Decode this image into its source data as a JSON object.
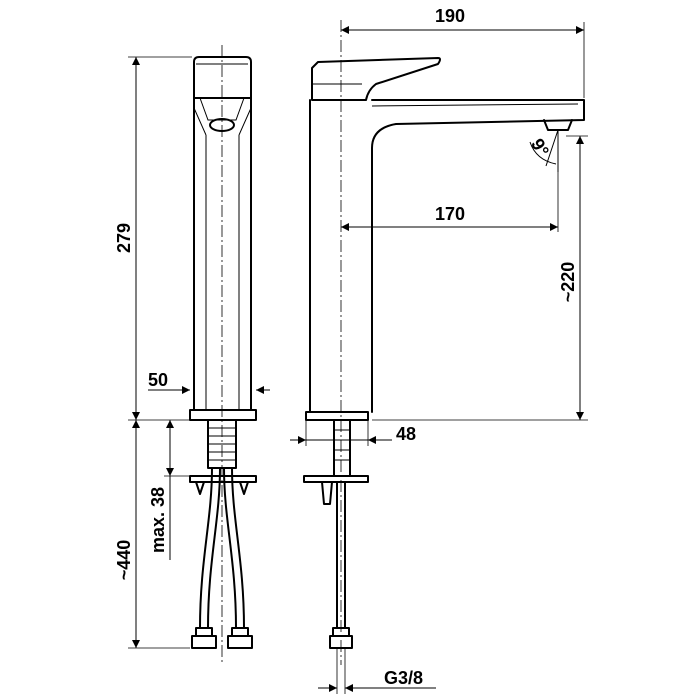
{
  "drawing": {
    "dimensions": {
      "overall_reach": "190",
      "spout_reach": "170",
      "body_height": "279",
      "spout_height": "~220",
      "base_diameter_front": "50",
      "base_diameter_side": "48",
      "max_counter_thickness": "max. 38",
      "hose_length": "~440",
      "thread": "G3/8",
      "aerator_angle": "9°"
    }
  }
}
